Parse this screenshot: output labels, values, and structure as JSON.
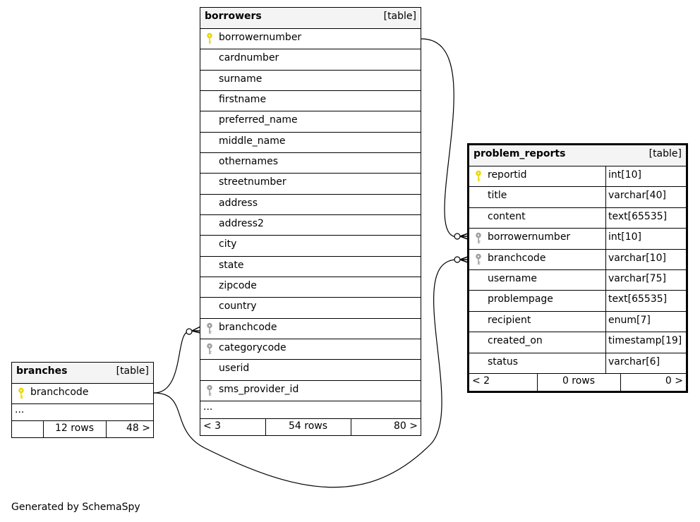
{
  "tables": {
    "borrowers": {
      "name": "borrowers",
      "type_label": "[table]",
      "columns": [
        {
          "name": "borrowernumber",
          "key": "primary"
        },
        {
          "name": "cardnumber",
          "key": "none"
        },
        {
          "name": "surname",
          "key": "none"
        },
        {
          "name": "firstname",
          "key": "none"
        },
        {
          "name": "preferred_name",
          "key": "none"
        },
        {
          "name": "middle_name",
          "key": "none"
        },
        {
          "name": "othernames",
          "key": "none"
        },
        {
          "name": "streetnumber",
          "key": "none"
        },
        {
          "name": "address",
          "key": "none"
        },
        {
          "name": "address2",
          "key": "none"
        },
        {
          "name": "city",
          "key": "none"
        },
        {
          "name": "state",
          "key": "none"
        },
        {
          "name": "zipcode",
          "key": "none"
        },
        {
          "name": "country",
          "key": "none"
        },
        {
          "name": "branchcode",
          "key": "foreign"
        },
        {
          "name": "categorycode",
          "key": "foreign"
        },
        {
          "name": "userid",
          "key": "none"
        },
        {
          "name": "sms_provider_id",
          "key": "foreign"
        }
      ],
      "more": "...",
      "footer": {
        "parents": "< 3",
        "rows": "54 rows",
        "children": "80 >"
      }
    },
    "problem_reports": {
      "name": "problem_reports",
      "type_label": "[table]",
      "columns": [
        {
          "name": "reportid",
          "type": "int[10]",
          "key": "primary"
        },
        {
          "name": "title",
          "type": "varchar[40]",
          "key": "none"
        },
        {
          "name": "content",
          "type": "text[65535]",
          "key": "none"
        },
        {
          "name": "borrowernumber",
          "type": "int[10]",
          "key": "foreign"
        },
        {
          "name": "branchcode",
          "type": "varchar[10]",
          "key": "foreign"
        },
        {
          "name": "username",
          "type": "varchar[75]",
          "key": "none"
        },
        {
          "name": "problempage",
          "type": "text[65535]",
          "key": "none"
        },
        {
          "name": "recipient",
          "type": "enum[7]",
          "key": "none"
        },
        {
          "name": "created_on",
          "type": "timestamp[19]",
          "key": "none"
        },
        {
          "name": "status",
          "type": "varchar[6]",
          "key": "none"
        }
      ],
      "footer": {
        "parents": "< 2",
        "rows": "0 rows",
        "children": "0 >"
      }
    },
    "branches": {
      "name": "branches",
      "type_label": "[table]",
      "columns": [
        {
          "name": "branchcode",
          "key": "primary"
        }
      ],
      "more": "...",
      "footer": {
        "parents": "",
        "rows": "12 rows",
        "children": "48 >"
      }
    }
  },
  "relationships": [
    {
      "from": "problem_reports.borrowernumber",
      "to": "borrowers.borrowernumber"
    },
    {
      "from": "problem_reports.branchcode",
      "to": "branches.branchcode"
    },
    {
      "from": "borrowers.branchcode",
      "to": "branches.branchcode"
    }
  ],
  "colors": {
    "primary_key": "#e8d800",
    "foreign_key": "#a0a0a0",
    "header_bg": "#f4f4f4"
  },
  "footer_text": "Generated by SchemaSpy"
}
